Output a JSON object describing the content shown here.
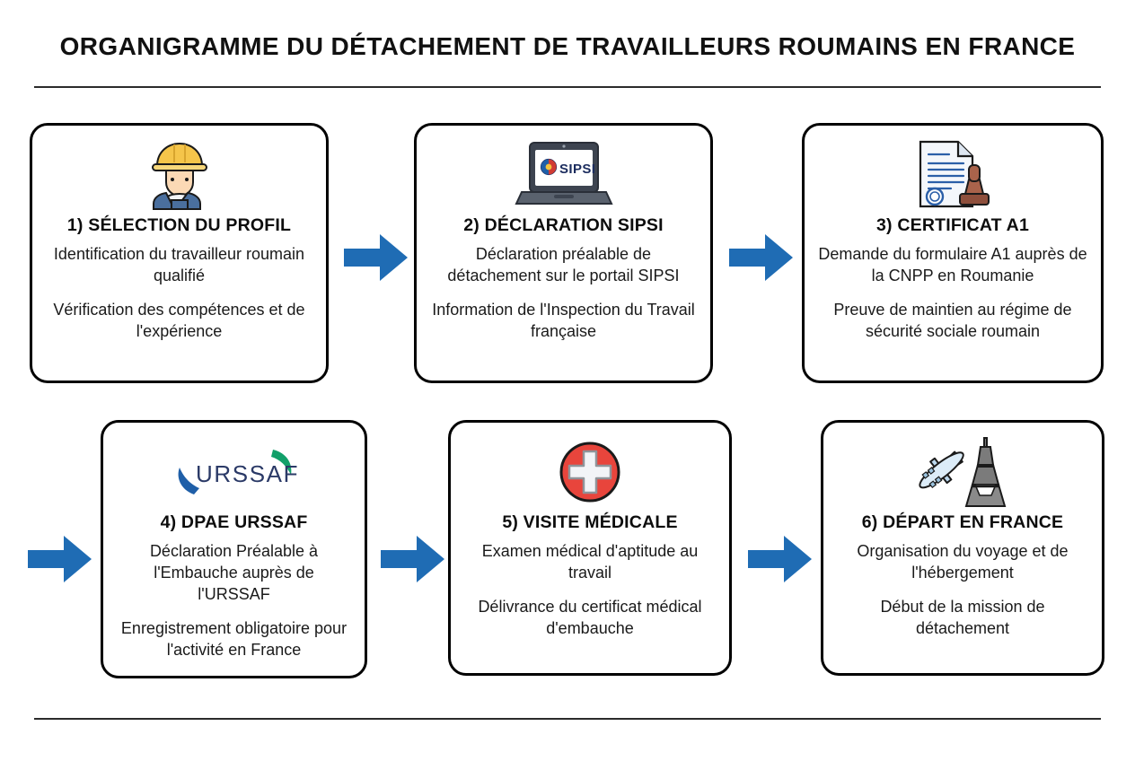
{
  "document": {
    "title": "ORGANIGRAMME DU DÉTACHEMENT DE TRAVAILLEURS ROUMAINS EN FRANCE",
    "background": "#ffffff",
    "rule_color": "#2b2b2b"
  },
  "colors": {
    "arrow_blue": "#1f6cb4",
    "box_border": "#000000",
    "text": "#111111",
    "urssaf_navy": "#2b3a67",
    "urssaf_green": "#12a06a",
    "urssaf_blue": "#1f5fa8",
    "medical_red": "#e8453c",
    "sipsi_navy": "#1b2c5e",
    "helmet_yellow": "#f5c54a",
    "overall_blue": "#4a6f9e",
    "plane_blue": "#a9cfe8",
    "tower_gray": "#6f6f6f",
    "stamp_brown": "#9b5b45",
    "doc_blue": "#2b5fa8"
  },
  "chart_data": {
    "type": "diagram",
    "subtype": "flowchart",
    "title": "ORGANIGRAMME DU DÉTACHEMENT DE TRAVAILLEURS ROUMAINS EN FRANCE",
    "layout": "2 rows x 3 columns, left-to-right serpentine",
    "node_count": 6,
    "connector_count": 5,
    "connector_style": "blue block arrow, horizontal, pointing right",
    "sequence": [
      "1",
      "2",
      "3",
      "4",
      "5",
      "6"
    ]
  },
  "steps": [
    {
      "id": "1",
      "icon": "construction-worker-icon",
      "title": "1) SÉLECTION DU PROFIL",
      "lines": [
        "Identification du travailleur roumain qualifié",
        "Vérification des compétences et de l'expérience"
      ]
    },
    {
      "id": "2",
      "icon": "laptop-sipsi-icon",
      "icon_label": "SIPSI",
      "title": "2) DÉCLARATION SIPSI",
      "lines": [
        "Déclaration préalable de détachement sur le portail SIPSI",
        "Information de l'Inspection du Travail française"
      ]
    },
    {
      "id": "3",
      "icon": "certificate-stamp-icon",
      "title": "3) CERTIFICAT A1",
      "lines": [
        "Demande du formulaire A1 auprès de la CNPP en Roumanie",
        "Preuve de maintien au régime de sécurité sociale roumain"
      ]
    },
    {
      "id": "4",
      "icon": "urssaf-logo-icon",
      "icon_label": "URSSAF",
      "title": "4) DPAE URSSAF",
      "lines": [
        "Déclaration Préalable à l'Embauche auprès de l'URSSAF",
        "Enregistrement obligatoire pour l'activité en France"
      ]
    },
    {
      "id": "5",
      "icon": "medical-cross-icon",
      "title": "5) VISITE MÉDICALE",
      "lines": [
        "Examen médical d'aptitude au travail",
        "Délivrance du certificat médical d'embauche"
      ]
    },
    {
      "id": "6",
      "icon": "airplane-eiffel-tower-icon",
      "title": "6) DÉPART EN FRANCE",
      "lines": [
        "Organisation du voyage et de l'hébergement",
        "Début de la mission de détachement"
      ]
    }
  ],
  "arrows": [
    {
      "name": "arrow-step1-to-step2",
      "direction": "right"
    },
    {
      "name": "arrow-step2-to-step3",
      "direction": "right"
    },
    {
      "name": "arrow-wrap-to-step4",
      "direction": "right"
    },
    {
      "name": "arrow-step4-to-step5",
      "direction": "right"
    },
    {
      "name": "arrow-step5-to-step6",
      "direction": "right"
    }
  ]
}
